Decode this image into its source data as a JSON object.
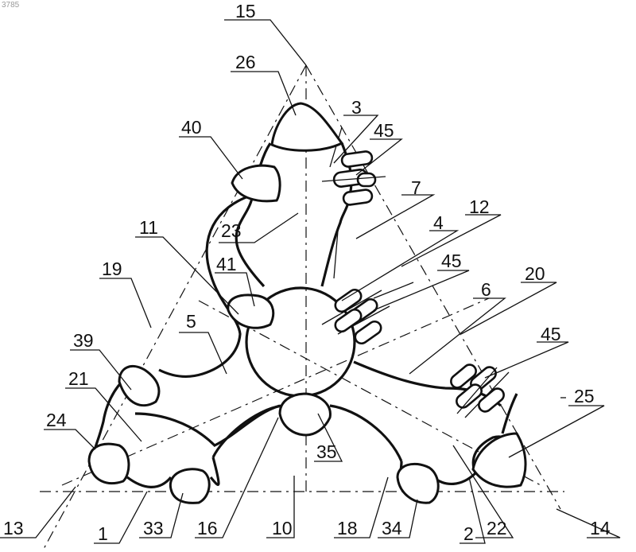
{
  "figure": {
    "corner_number": "3785",
    "labels": {
      "l1": "1",
      "l2": "2",
      "l3": "3",
      "l4": "4",
      "l5": "5",
      "l6": "6",
      "l7": "7",
      "l10": "10",
      "l11": "11",
      "l12": "12",
      "l13": "13",
      "l14": "14",
      "l15": "15",
      "l16": "16",
      "l18": "18",
      "l19": "19",
      "l20": "20",
      "l21": "21",
      "l22": "22",
      "l23": "23",
      "l24": "24",
      "l25": "25",
      "l26": "26",
      "l33": "33",
      "l34": "34",
      "l35": "35",
      "l39": "39",
      "l40": "40",
      "l41": "41",
      "l45a": "45",
      "l45b": "45",
      "l45c": "45"
    }
  }
}
